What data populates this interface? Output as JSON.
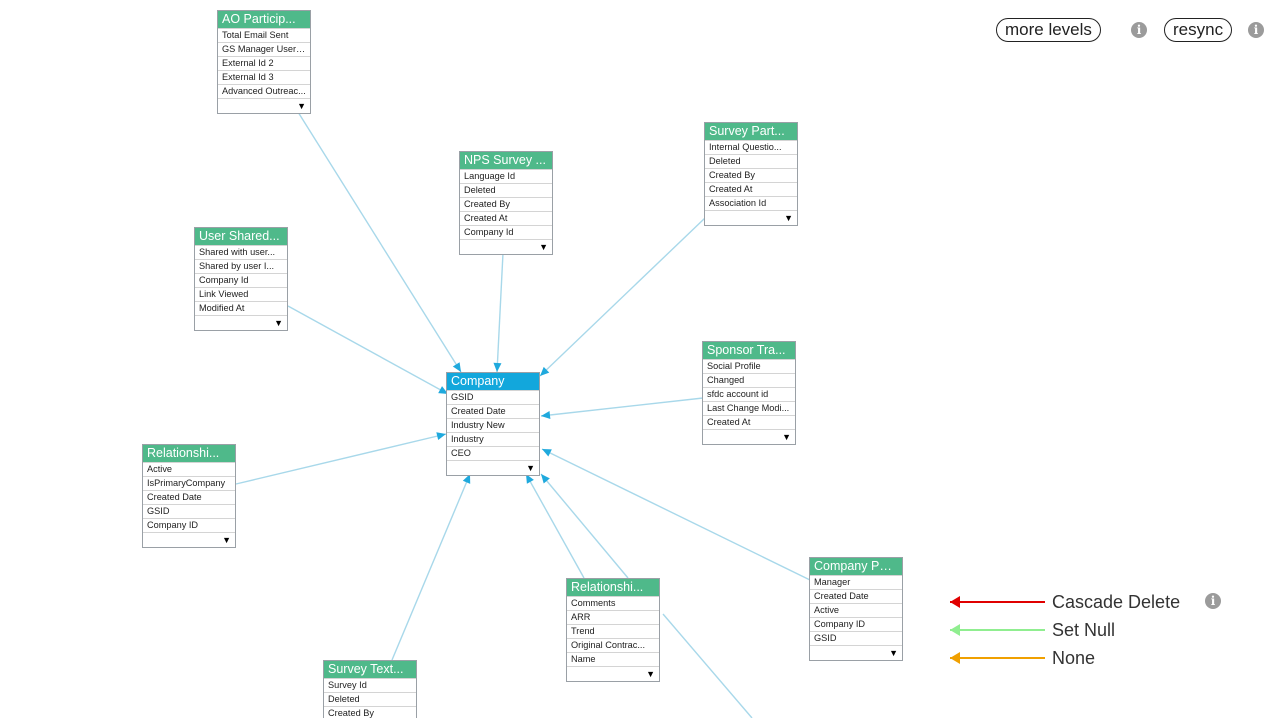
{
  "toolbar": {
    "more_levels_label": "more levels",
    "resync_label": "resync",
    "info_glyph": "i"
  },
  "legend": [
    {
      "label": "Cascade Delete",
      "color": "#e00000",
      "has_info": true
    },
    {
      "label": "Set Null",
      "color": "#90ee90",
      "has_info": false
    },
    {
      "label": "None",
      "color": "#f0a000",
      "has_info": false
    }
  ],
  "colors": {
    "center_header": "#12a7dc",
    "node_header": "#4fb98a",
    "edge": "#a8d8ea",
    "arrow": "#1fa9dd"
  },
  "icons": {
    "dropdown": "dropdown-arrow-icon",
    "info": "info-icon"
  },
  "footer_glyph": "▼",
  "nodes": [
    {
      "id": "ao",
      "title": "AO Particip...",
      "fields": [
        "Total Email Sent",
        "GS Manager User ...",
        "External Id 2",
        "External Id 3",
        "Advanced Outreac..."
      ]
    },
    {
      "id": "nps",
      "title": "NPS Survey ...",
      "fields": [
        "Language Id",
        "Deleted",
        "Created By",
        "Created At",
        "Company Id"
      ]
    },
    {
      "id": "survey_part",
      "title": "Survey Part...",
      "fields": [
        "Internal Questio...",
        "Deleted",
        "Created By",
        "Created At",
        "Association Id"
      ]
    },
    {
      "id": "user_shared",
      "title": "User Shared...",
      "fields": [
        "Shared with user...",
        "Shared by user I...",
        "Company Id",
        "Link Viewed",
        "Modified At"
      ]
    },
    {
      "id": "sponsor",
      "title": "Sponsor Tra...",
      "fields": [
        "Social Profile",
        "Changed",
        "sfdc account id",
        "Last Change Modi...",
        "Created At"
      ]
    },
    {
      "id": "company",
      "title": "Company",
      "center": true,
      "fields": [
        "GSID",
        "Created Date",
        "Industry New",
        "Industry",
        "CEO"
      ]
    },
    {
      "id": "rel1",
      "title": "Relationshi...",
      "fields": [
        "Active",
        "IsPrimaryCompany",
        "Created Date",
        "GSID",
        "Company ID"
      ]
    },
    {
      "id": "rel2",
      "title": "Relationshi...",
      "fields": [
        "Comments",
        "ARR",
        "Trend",
        "Original Contrac...",
        "Name"
      ]
    },
    {
      "id": "company_per",
      "title": "Company Per...",
      "fields": [
        "Manager",
        "Created Date",
        "Active",
        "Company ID",
        "GSID"
      ]
    },
    {
      "id": "survey_text",
      "title": "Survey Text...",
      "fields": [
        "Survey Id",
        "Deleted",
        "Created By"
      ]
    }
  ],
  "edges": [
    {
      "from": "ao",
      "to": "company"
    },
    {
      "from": "nps",
      "to": "company"
    },
    {
      "from": "survey_part",
      "to": "company"
    },
    {
      "from": "user_shared",
      "to": "company"
    },
    {
      "from": "sponsor",
      "to": "company"
    },
    {
      "from": "rel1",
      "to": "company"
    },
    {
      "from": "rel2",
      "to": "company"
    },
    {
      "from": "rel2",
      "to": "company"
    },
    {
      "from": "company_per",
      "to": "company"
    },
    {
      "from": "survey_text",
      "to": "company"
    },
    {
      "from": "rel2",
      "to": "offscreen"
    }
  ]
}
